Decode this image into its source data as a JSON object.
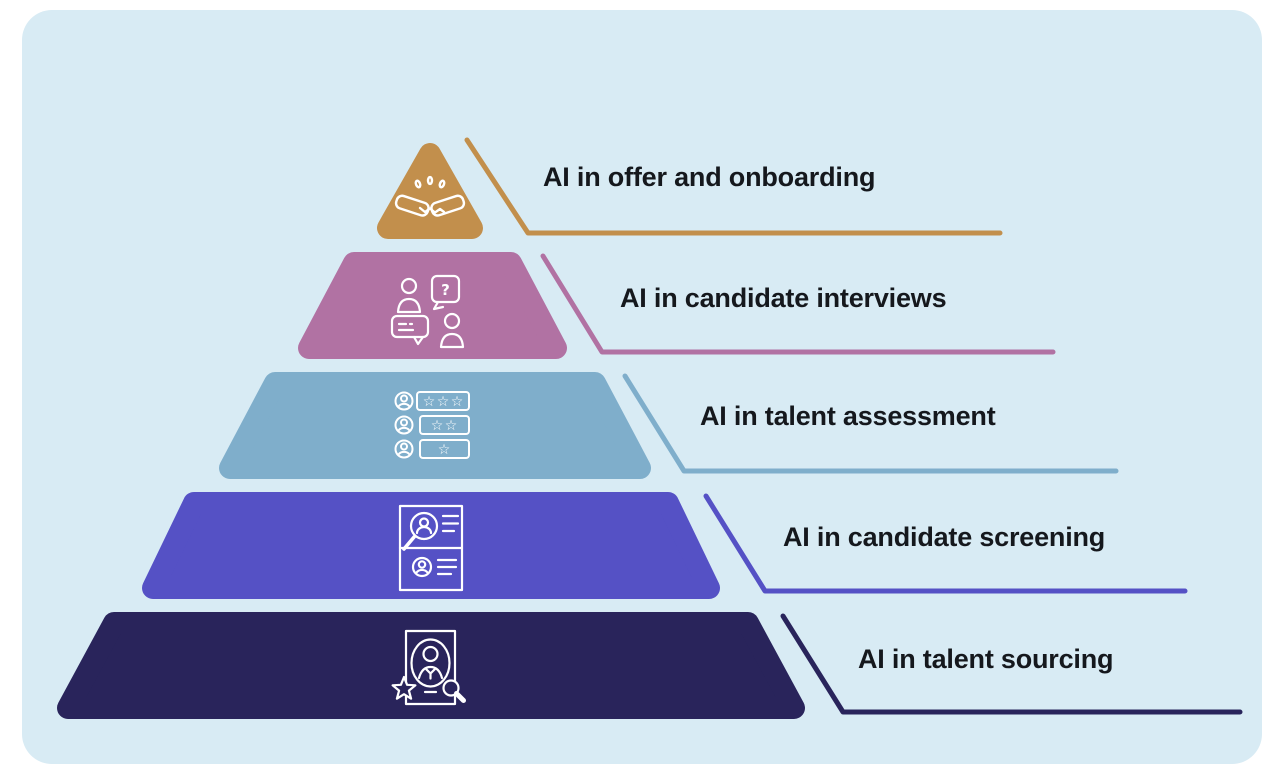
{
  "page": {
    "background": "#ffffff",
    "card_background": "#D8EBF4"
  },
  "pyramid": {
    "title_implicit": "AI in recruiting pyramid",
    "label_color": "#15181D",
    "icon_color": "#FFFFFF",
    "levels": [
      {
        "id": "offer-onboarding",
        "label": "AI in offer and onboarding",
        "color": "#C28F4C",
        "icon": "handshake-icon"
      },
      {
        "id": "candidate-interviews",
        "label": "AI in candidate interviews",
        "color": "#B172A3",
        "icon": "interview-icon"
      },
      {
        "id": "talent-assessment",
        "label": "AI in talent assessment",
        "color": "#7FAECB",
        "icon": "assessment-icon"
      },
      {
        "id": "candidate-screening",
        "label": "AI in candidate screening",
        "color": "#5551C5",
        "icon": "screening-icon"
      },
      {
        "id": "talent-sourcing",
        "label": "AI in talent sourcing",
        "color": "#29245B",
        "icon": "sourcing-icon"
      }
    ]
  },
  "icons": {
    "question_glyph": "?",
    "star_glyph": "☆"
  }
}
